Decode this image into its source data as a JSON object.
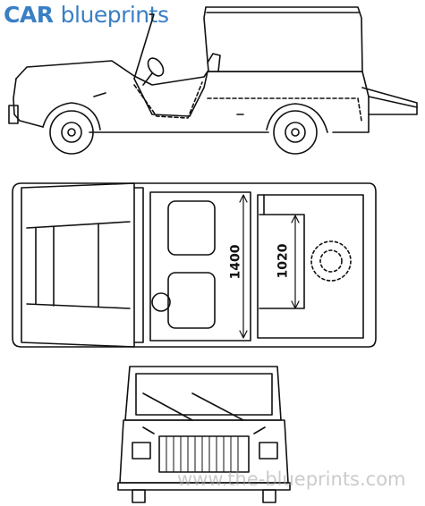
{
  "brand": {
    "car": "CAR",
    "blueprints": "blueprints"
  },
  "dimensions": {
    "width_a": "1400",
    "width_b": "1020"
  },
  "watermark": "www.the-blueprints.com",
  "colors": {
    "brand": "#3a7fc4",
    "line": "#111111",
    "watermark": "#a0a0a0"
  }
}
